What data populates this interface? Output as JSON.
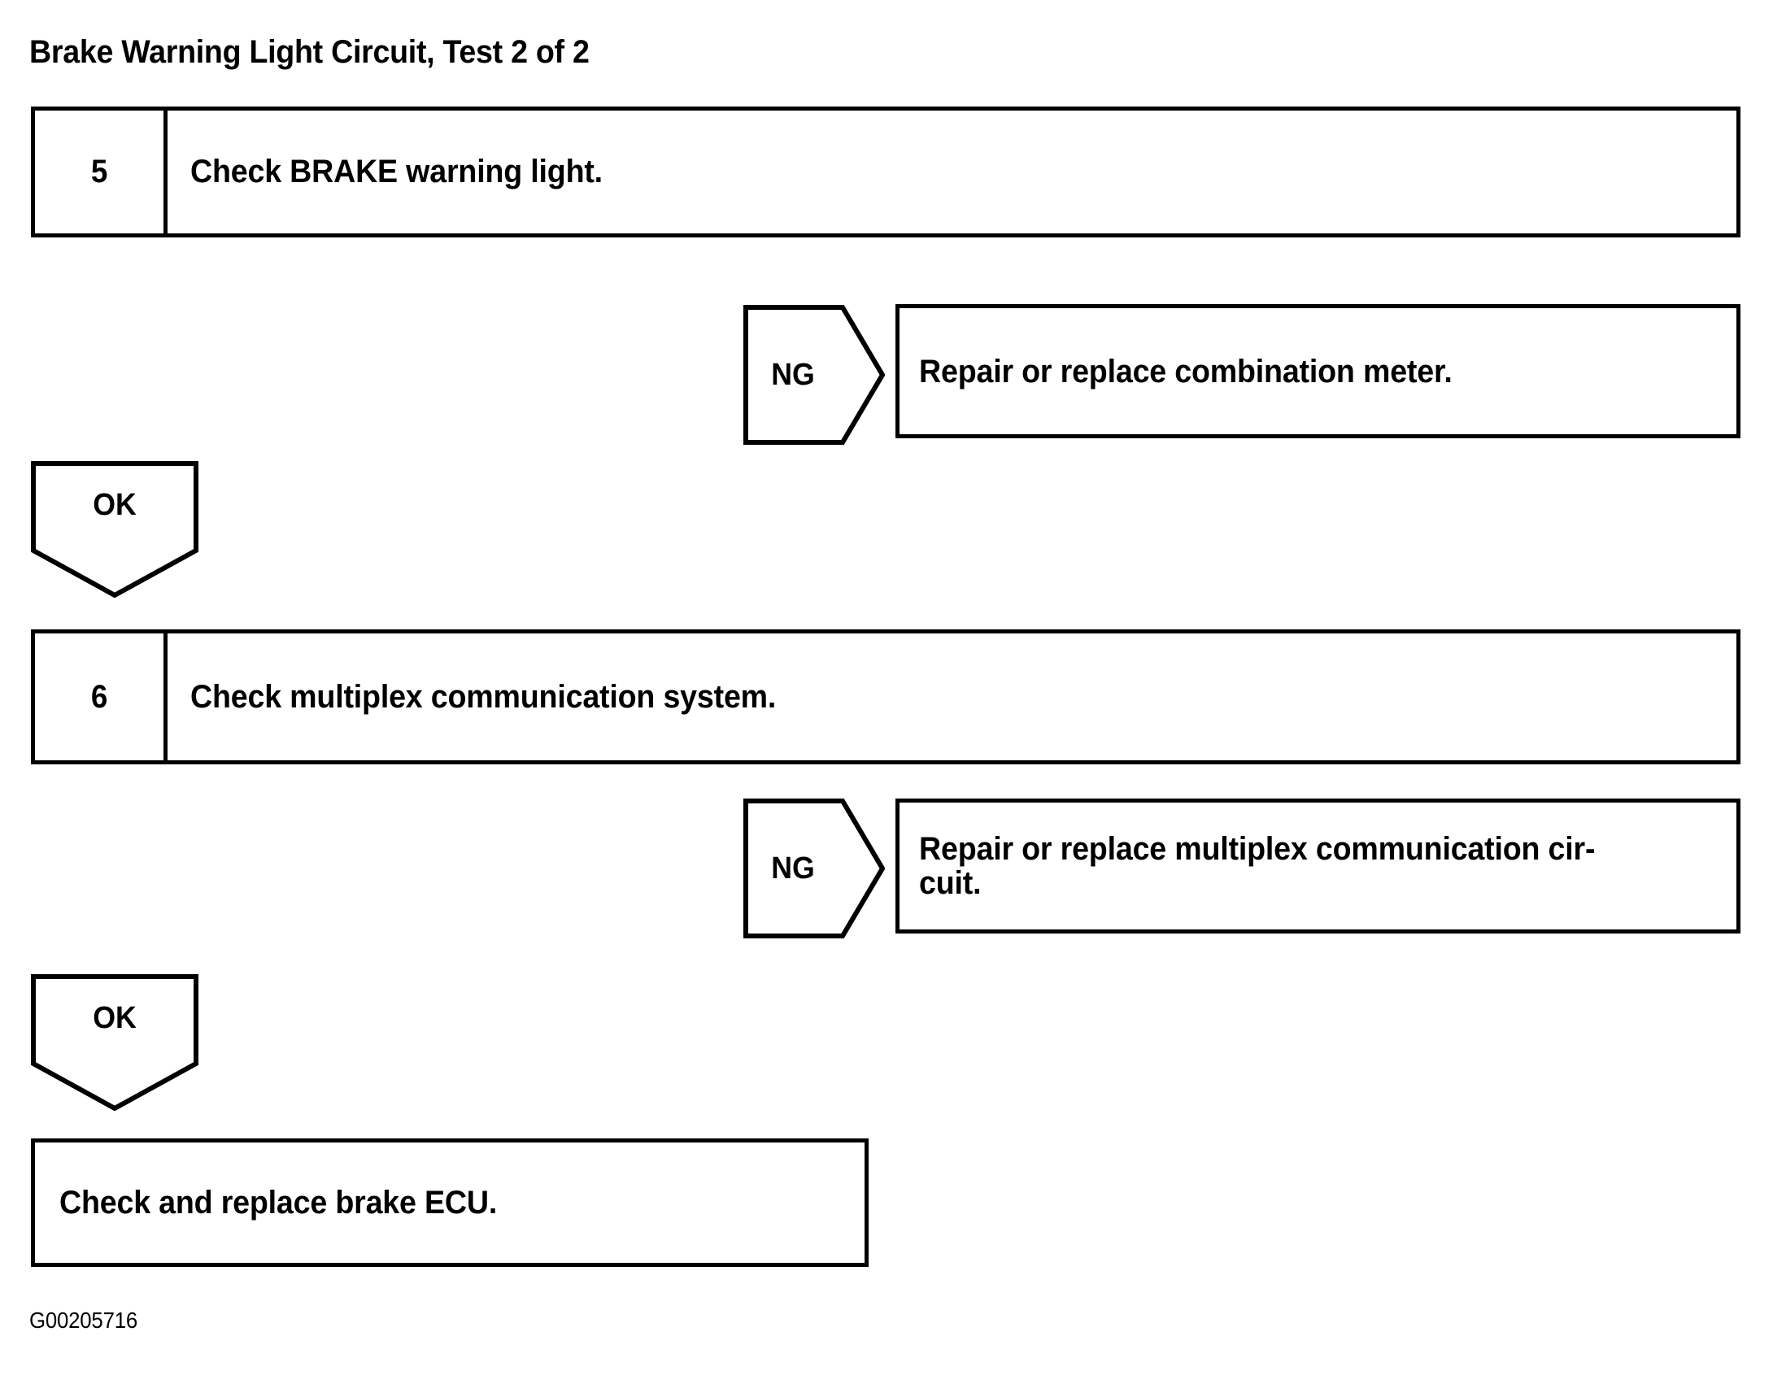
{
  "document": {
    "title": "Brake Warning Light Circuit, Test  2 of 2",
    "figure_id": "G00205716"
  },
  "flowchart": {
    "type": "diagnostic-flowchart",
    "steps": [
      {
        "number": "5",
        "instruction": "Check BRAKE warning light.",
        "branch_fail": {
          "label": "NG",
          "action": "Repair or replace combination meter."
        },
        "branch_pass": {
          "label": "OK"
        }
      },
      {
        "number": "6",
        "instruction": "Check multiplex communication system.",
        "branch_fail": {
          "label": "NG",
          "action": "Repair or replace multiplex communication cir-\ncuit."
        },
        "branch_pass": {
          "label": "OK"
        }
      }
    ],
    "terminal": {
      "action": "Check and replace brake ECU."
    }
  },
  "colors": {
    "stroke": "#000000",
    "background": "#ffffff"
  }
}
